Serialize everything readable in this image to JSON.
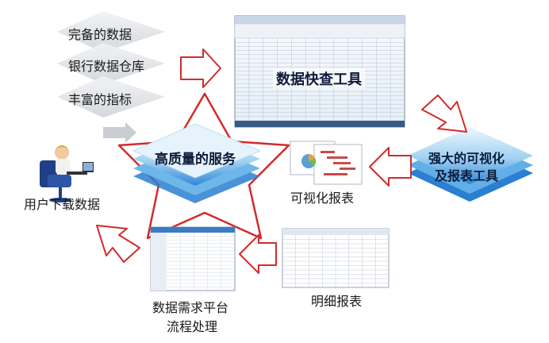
{
  "sources": {
    "items": [
      "完备的数据",
      "银行数据仓库",
      "丰富的指标"
    ]
  },
  "center": {
    "label": "高质量的服务"
  },
  "nodes": {
    "query_tool": "数据快查工具",
    "bi_tool_line1": "强大的可视化",
    "bi_tool_line2": "及报表工具",
    "visual_report": "可视化报表",
    "detail_report": "明细报表",
    "platform_line1": "数据需求平台",
    "platform_line2": "流程处理",
    "user_download": "用户下载数据"
  },
  "colors": {
    "arrow_outline": "#d22b2b",
    "star_outline": "#d22b2b",
    "blue_light": "#dff0fb",
    "blue_mid": "#8ec8ee",
    "blue_dark": "#2a7fd0",
    "gray_layer": "#e4e6ea"
  }
}
